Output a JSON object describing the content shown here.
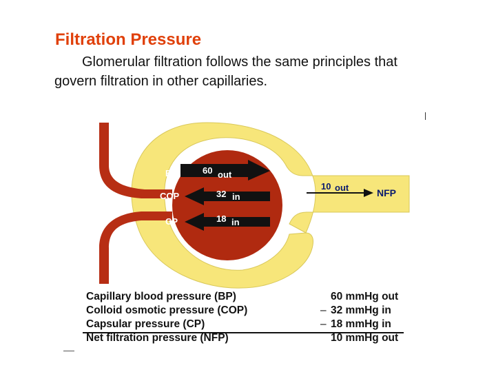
{
  "title": "Filtration Pressure",
  "body_text": "Glomerular filtration follows the same principles that govern filtration in other capillaries.",
  "diagram": {
    "labels": {
      "bp": "BP",
      "cop": "COP",
      "cp": "CP",
      "bp_value": "60",
      "bp_dir": "out",
      "cop_value": "32",
      "cop_dir": "in",
      "cp_value": "18",
      "cp_dir": "in",
      "net_value": "10",
      "net_dir": "out",
      "nfp": "NFP"
    },
    "colors": {
      "capsule": "#f7e67a",
      "glomerulus": "#b02a10",
      "arteriole": "#b72e14",
      "arrow": "#111111",
      "label_navy": "#0a1a6e"
    }
  },
  "table": {
    "rows": [
      {
        "label": "Capillary blood pressure (BP)",
        "sign": "",
        "value": "60 mmHg out"
      },
      {
        "label": "Colloid osmotic pressure (COP)",
        "sign": "–",
        "value": "32 mmHg in"
      },
      {
        "label": "Capsular pressure (CP)",
        "sign": "–",
        "value": "18 mmHg in"
      },
      {
        "label": "Net filtration pressure (NFP)",
        "sign": "",
        "value": "10 mmHg out"
      }
    ]
  }
}
